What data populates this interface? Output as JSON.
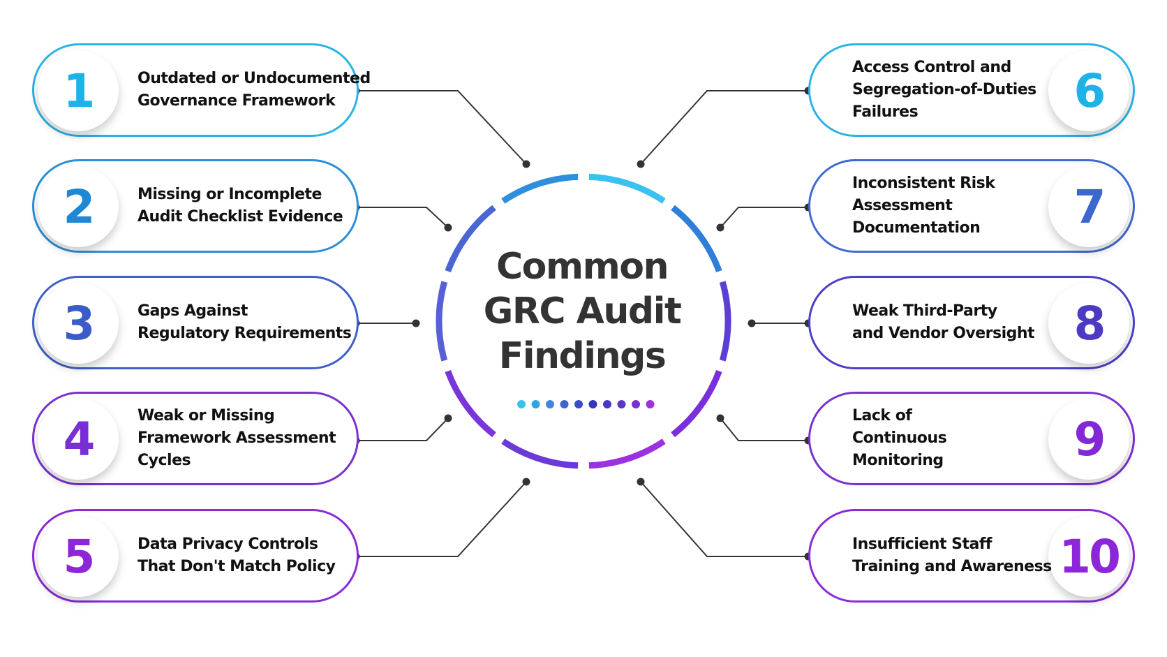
{
  "title": [
    "Common",
    "GRC Audit",
    "Findings"
  ],
  "findings": [
    {
      "number": "1",
      "lines": [
        "Outdated or Undocumented",
        "Governance Framework"
      ]
    },
    {
      "number": "2",
      "lines": [
        "Missing or Incomplete",
        "Audit Checklist Evidence"
      ]
    },
    {
      "number": "3",
      "lines": [
        "Gaps Against",
        "Regulatory Requirements"
      ]
    },
    {
      "number": "4",
      "lines": [
        "Weak or Missing",
        "Framework Assessment",
        "Cycles"
      ]
    },
    {
      "number": "5",
      "lines": [
        "Data Privacy Controls",
        "That Don't Match Policy"
      ]
    },
    {
      "number": "6",
      "lines": [
        "Access Control and",
        "Segregation-of-Duties",
        "Failures"
      ]
    },
    {
      "number": "7",
      "lines": [
        "Inconsistent Risk",
        "Assessment",
        "Documentation"
      ]
    },
    {
      "number": "8",
      "lines": [
        "Weak Third-Party",
        "and Vendor Oversight"
      ]
    },
    {
      "number": "9",
      "lines": [
        "Lack of",
        "Continuous",
        "Monitoring"
      ]
    },
    {
      "number": "10",
      "lines": [
        "Insufficient Staff",
        "Training and Awareness"
      ]
    }
  ],
  "colors": {
    "cards": [
      "#2bb3e6",
      "#2a8fd8",
      "#3f5fc9",
      "#7a32cf",
      "#8a2bd8",
      "#2bb3e6",
      "#3f6ad0",
      "#4a3fc9",
      "#7a32cf",
      "#8a2bd8"
    ],
    "numbers": [
      "#1fb2e6",
      "#1e88d4",
      "#3a5bc8",
      "#7a2fd6",
      "#8d26d9",
      "#1fb2e6",
      "#3d66cf",
      "#4b3ac4",
      "#8428d6",
      "#8d26d9"
    ],
    "ring": [
      "#39c1ef",
      "#2e7fd8",
      "#5e3fd3",
      "#7a2fdc",
      "#9a32e0",
      "#6a3ad8",
      "#7a35d9",
      "#5860d6",
      "#4a66d3",
      "#2f8fdc"
    ],
    "dots": [
      "#39c1ef",
      "#2fa3e6",
      "#3f86db",
      "#3d66cf",
      "#3b4cc8",
      "#3434b8",
      "#4a36c2",
      "#5f34c9",
      "#7a32cf",
      "#9a32e0"
    ],
    "connector": "#333333"
  }
}
